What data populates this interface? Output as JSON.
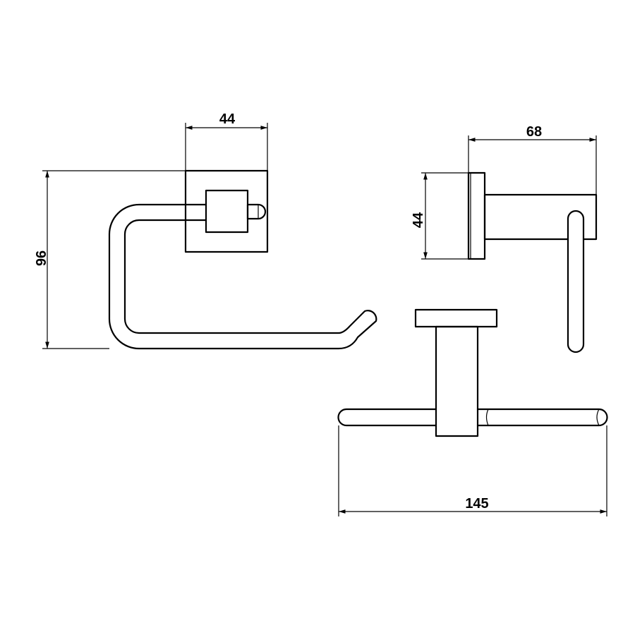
{
  "dimensions": {
    "front_base_width": "44",
    "front_height": "96",
    "side_depth": "68",
    "side_base_height": "44",
    "top_length": "145"
  }
}
